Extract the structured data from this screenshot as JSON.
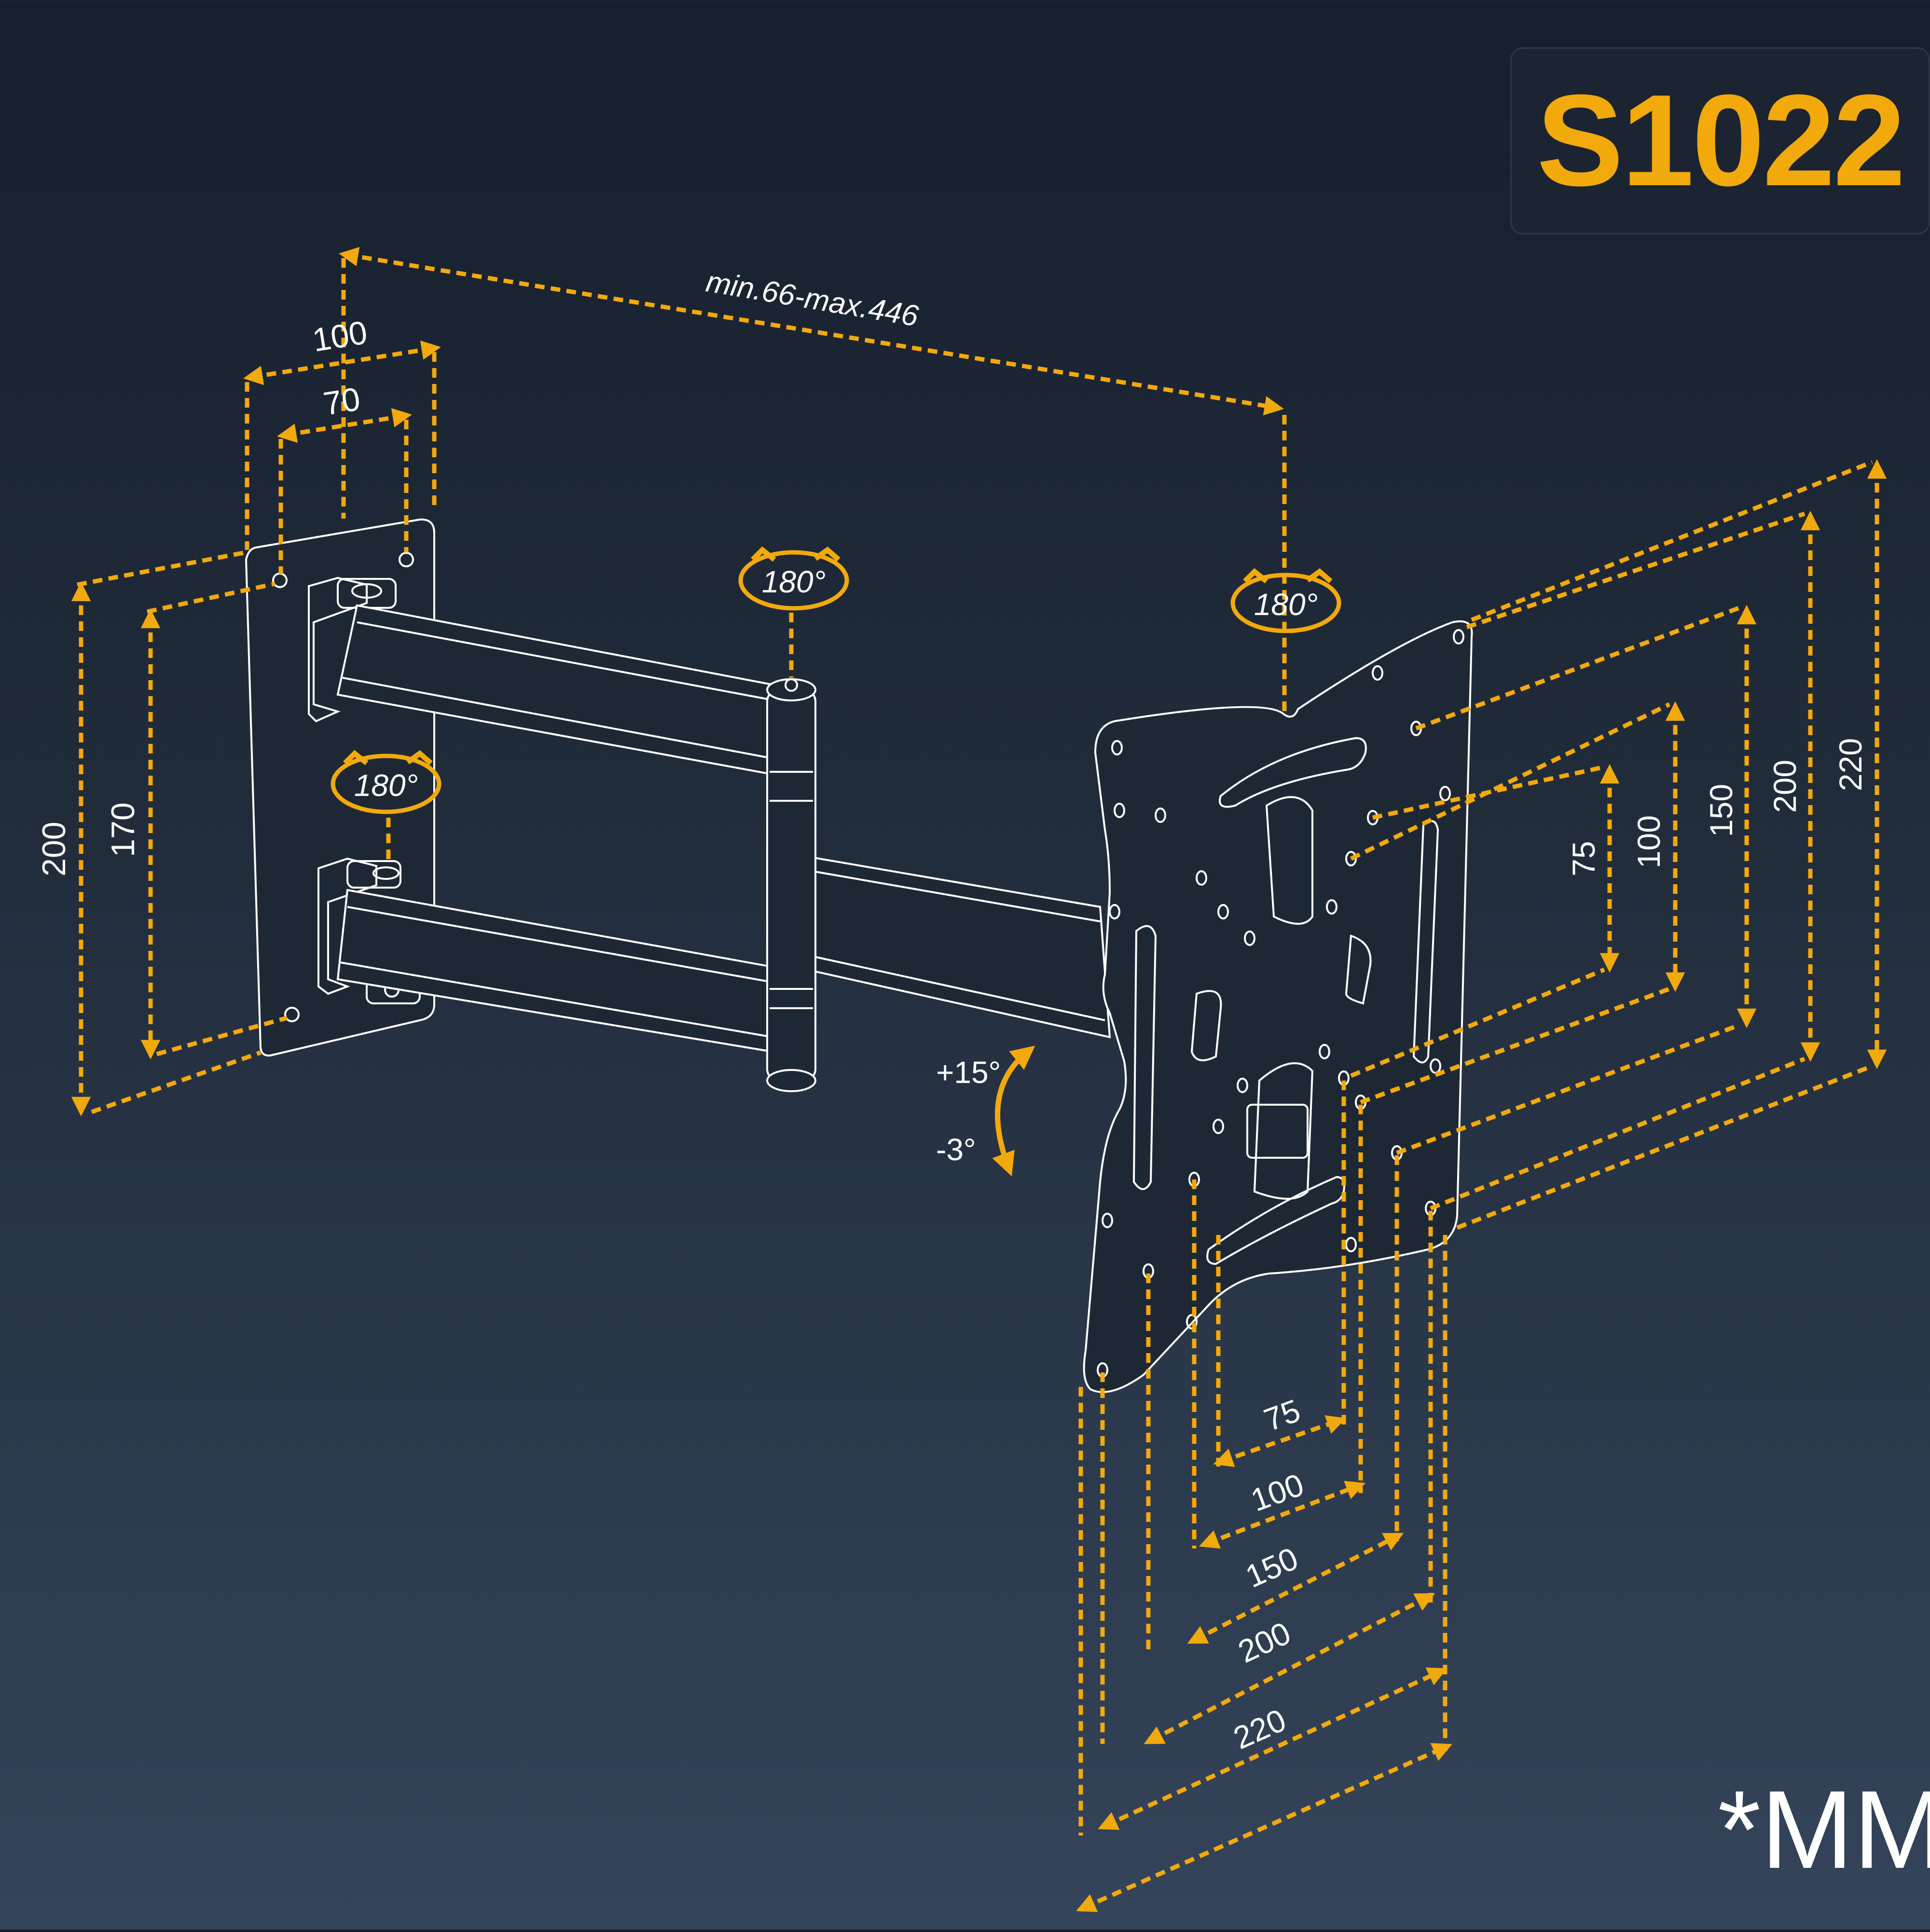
{
  "model": "S1022",
  "unit_note": "*MM",
  "colors": {
    "accent": "#f2a90c",
    "line": "#ffffff",
    "background": "#1c2533"
  },
  "arm": {
    "extension": "min.66-max.446"
  },
  "wall_plate": {
    "width_outer": "100",
    "width_inner": "70",
    "height_outer": "200",
    "height_inner": "170"
  },
  "rotation": {
    "upper": "180°",
    "lower": "180°",
    "head": "180°"
  },
  "tilt": {
    "up": "+15°",
    "down": "-3°"
  },
  "vesa": {
    "vertical": [
      "75",
      "100",
      "150",
      "200",
      "220"
    ],
    "horizontal": [
      "75",
      "100",
      "150",
      "200",
      "220"
    ]
  },
  "icons": [
    "rotate-arrow-icon",
    "tilt-arrow-icon",
    "dimension-arrow-icon"
  ]
}
